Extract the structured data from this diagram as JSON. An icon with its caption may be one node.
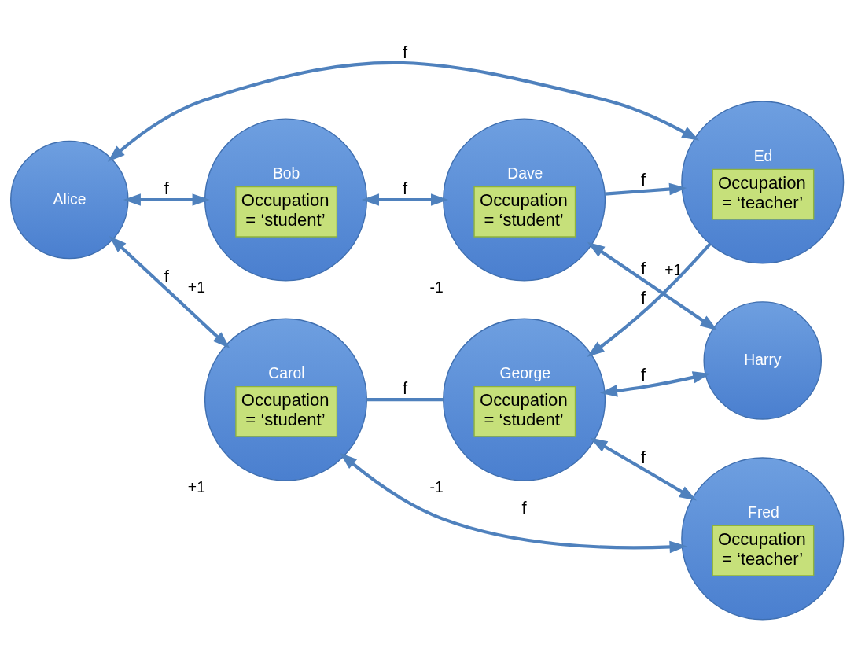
{
  "diagram": {
    "nodes": [
      {
        "text": [
          "Bob",
          "Occupation = ‘student’"
        ],
        "beside": [
          "+1"
        ]
      },
      {
        "text": [
          "Dave",
          "Occupation = ‘student’"
        ],
        "beside": [
          "-1"
        ]
      },
      {
        "text": [
          "Alice"
        ]
      },
      {
        "text": [
          "Ed",
          "Occupation = ‘teacher’"
        ],
        "beside": [
          "+1"
        ]
      },
      {
        "text": [
          "Harry"
        ]
      },
      {
        "text": [
          "Carol",
          "Occupation = ‘student’"
        ],
        "beside": [
          "+1"
        ]
      },
      {
        "text": [
          "Fred",
          "Occupation = ‘teacher’"
        ]
      },
      {
        "text": [
          "George",
          "Occupation = ‘student’"
        ],
        "beside": [
          "-1"
        ]
      }
    ],
    "edges": [
      {
        "from": 0,
        "to": 1,
        "arrow": "both",
        "label": "f"
      },
      {
        "from": 2,
        "to": 0,
        "arrow": "both",
        "label": "f"
      },
      {
        "from": 1,
        "to": 4,
        "arrow": "both",
        "label": "f"
      },
      {
        "from": 1,
        "to": 3,
        "arrow": "to",
        "label": "f"
      },
      {
        "from": 2,
        "to": 3,
        "arrow": "both",
        "label": "f"
      },
      {
        "from": 3,
        "to": 7,
        "arrow": "to",
        "label": "f"
      },
      {
        "from": 2,
        "to": 5,
        "arrow": "both",
        "label": "f"
      },
      {
        "from": 4,
        "to": 7,
        "arrow": "both",
        "label": "f"
      },
      {
        "from": 5,
        "to": 6,
        "arrow": "both",
        "label": "f"
      },
      {
        "from": 6,
        "to": 7,
        "arrow": "both",
        "label": "f"
      },
      {
        "from": 5,
        "to": 7,
        "arrow": "none",
        "label": "f"
      }
    ]
  }
}
